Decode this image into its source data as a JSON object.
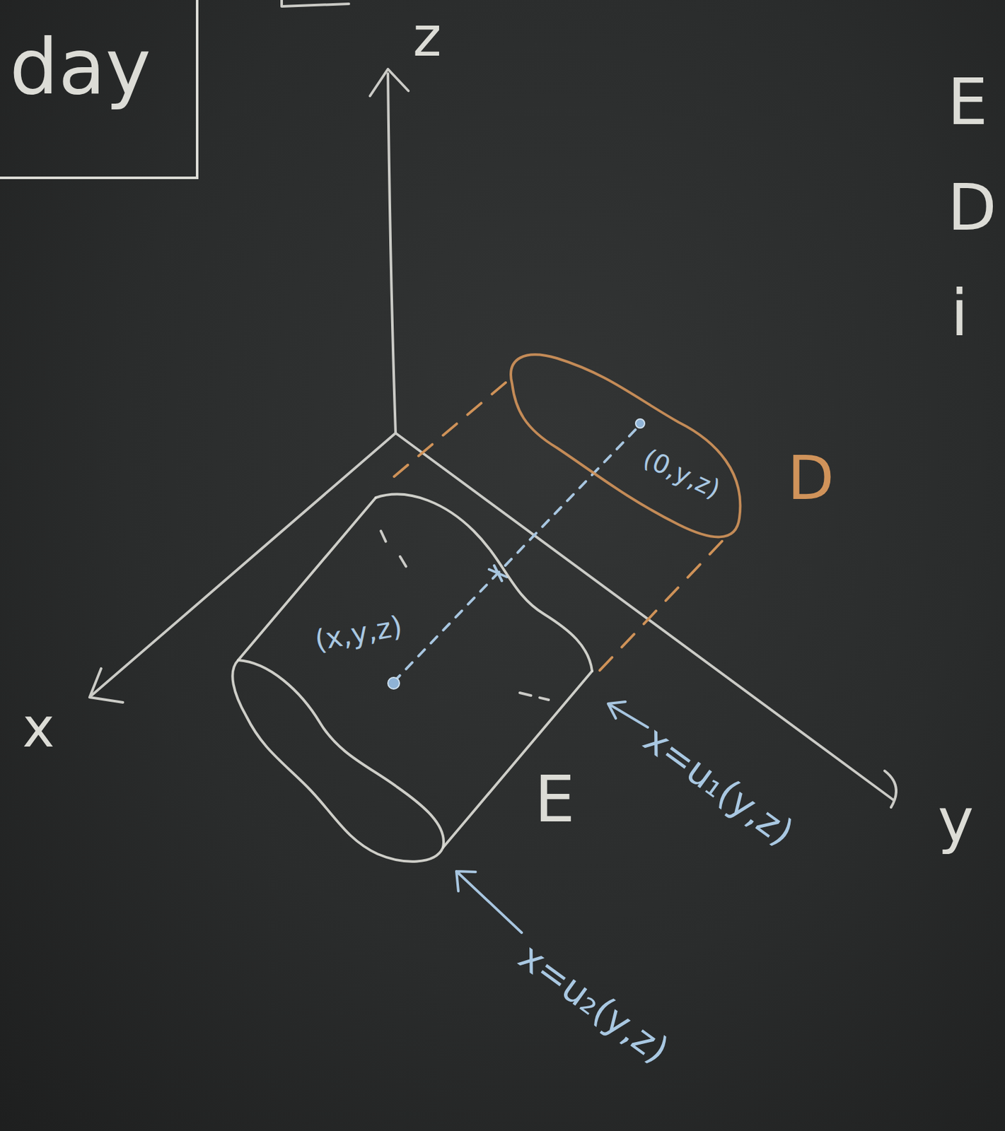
{
  "diagram": {
    "nodes": [
      {
        "text": [
          "day"
        ]
      },
      {
        "text": [
          "(0,y,z)",
          "D"
        ]
      },
      {
        "text": [
          "(x,y,z)",
          "E"
        ]
      }
    ],
    "labels": [
      "z",
      "x",
      "y",
      "x=u₁(y,z)",
      "x=u₂(y,z)",
      "E",
      "D",
      "i"
    ]
  }
}
